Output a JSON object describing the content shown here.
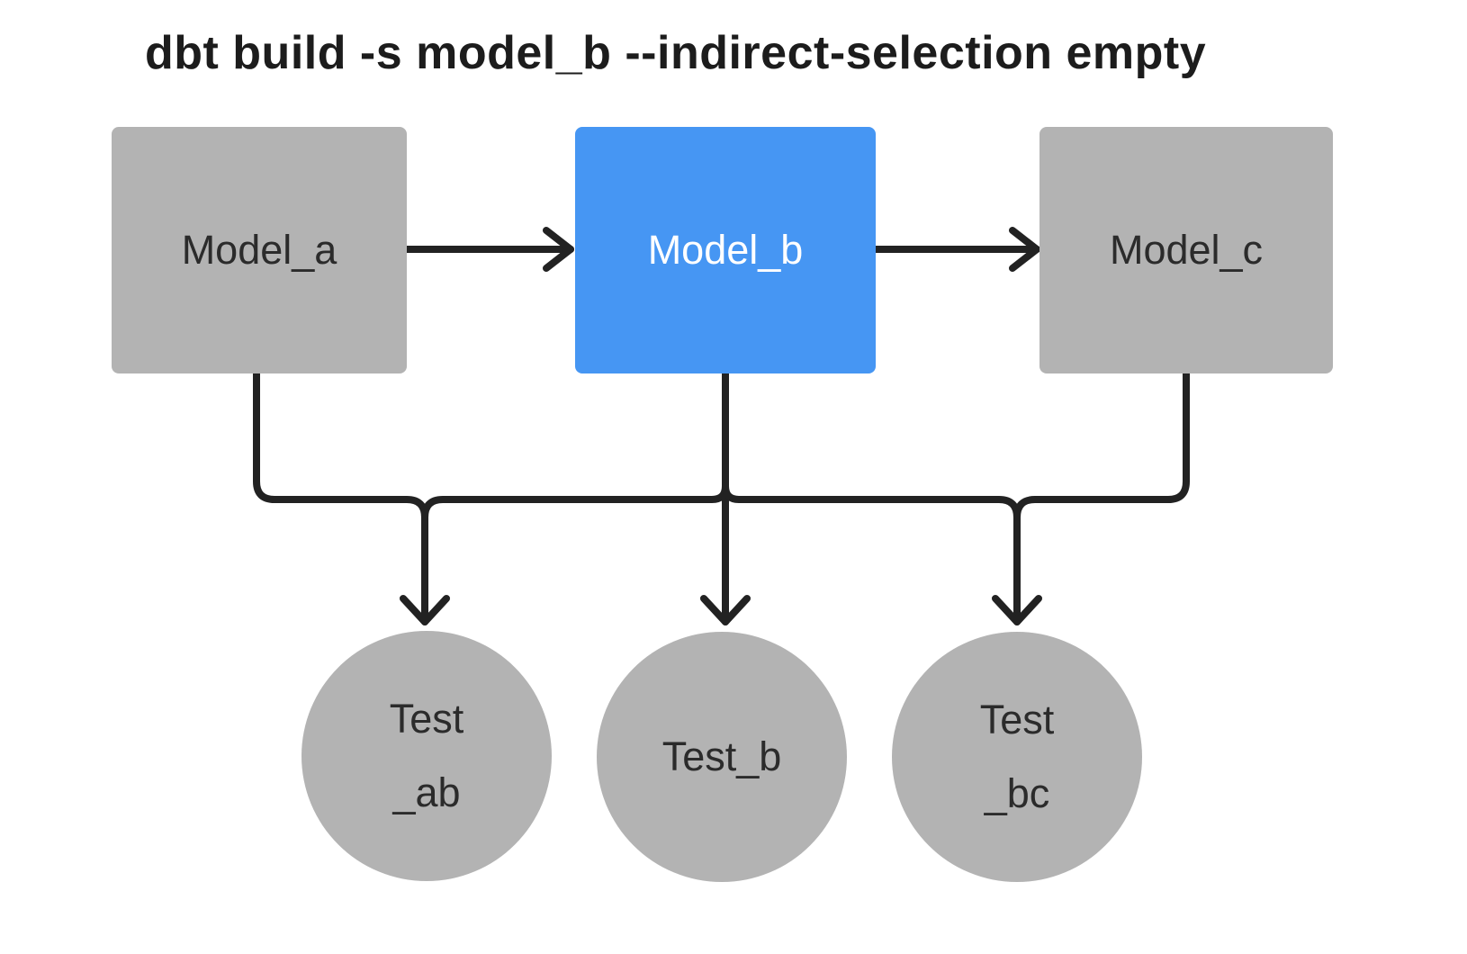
{
  "title": "dbt build -s model_b --indirect-selection empty",
  "colors": {
    "background": "#ffffff",
    "node_gray": "#b3b3b3",
    "selected_blue": "#4696f3",
    "edge_dark": "#222222",
    "label_dark": "#2b2b2b",
    "label_light": "#ffffff",
    "title_color": "#1c1c1c"
  },
  "nodes": {
    "models": [
      {
        "label": "Model_a",
        "selected": false
      },
      {
        "label": "Model_b",
        "selected": true
      },
      {
        "label": "Model_c",
        "selected": false
      }
    ],
    "tests": [
      {
        "lines": [
          "Test",
          "_ab"
        ]
      },
      {
        "lines": [
          "Test_b"
        ]
      },
      {
        "lines": [
          "Test",
          "_bc"
        ]
      }
    ]
  },
  "edges": [
    {
      "from": "Model_a",
      "to": "Model_b"
    },
    {
      "from": "Model_b",
      "to": "Model_c"
    },
    {
      "from": "Model_a",
      "to": "Test_ab"
    },
    {
      "from": "Model_b",
      "to": "Test_ab"
    },
    {
      "from": "Model_b",
      "to": "Test_b"
    },
    {
      "from": "Model_b",
      "to": "Test_bc"
    },
    {
      "from": "Model_c",
      "to": "Test_bc"
    }
  ]
}
